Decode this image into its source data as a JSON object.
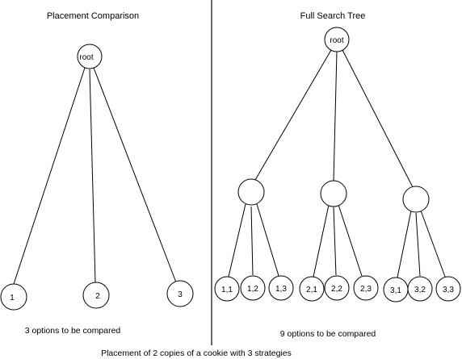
{
  "left_panel": {
    "title": "Placement Comparison",
    "root_label": "root",
    "leaves": [
      "1",
      "2",
      "3"
    ],
    "caption": "3 options to be compared"
  },
  "right_panel": {
    "title": "Full Search Tree",
    "root_label": "root",
    "middle_count": 3,
    "leaves": [
      "1,1",
      "1,2",
      "1,3",
      "2,1",
      "2,2",
      "2,3",
      "3,1",
      "3,2",
      "3,3"
    ],
    "caption": "9 options to be compared"
  },
  "footer_caption": "Placement of 2 copies of a cookie with 3 strategies"
}
